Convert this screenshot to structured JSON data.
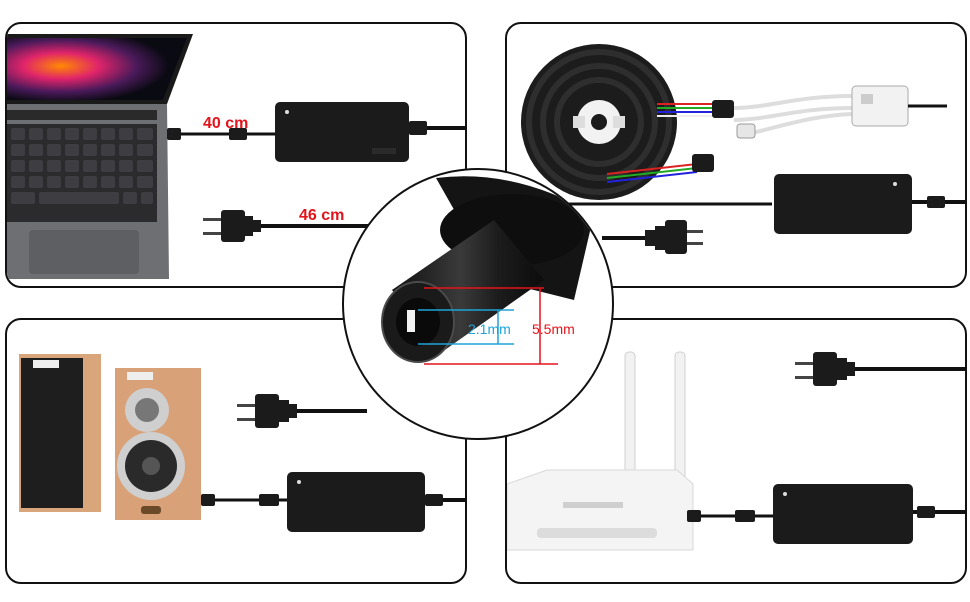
{
  "panels": {
    "laptop": {
      "cable_length": "40 cm",
      "plug_length": "46 cm"
    },
    "led_strip": {},
    "speakers": {},
    "router": {}
  },
  "connector": {
    "inner_diameter": "2.1mm",
    "outer_diameter": "5.5mm"
  },
  "colors": {
    "dimension_red": "#e3141b",
    "dimension_blue": "#1fa3d6",
    "adapter_black": "#1b1b1b",
    "panel_border": "#111111"
  }
}
